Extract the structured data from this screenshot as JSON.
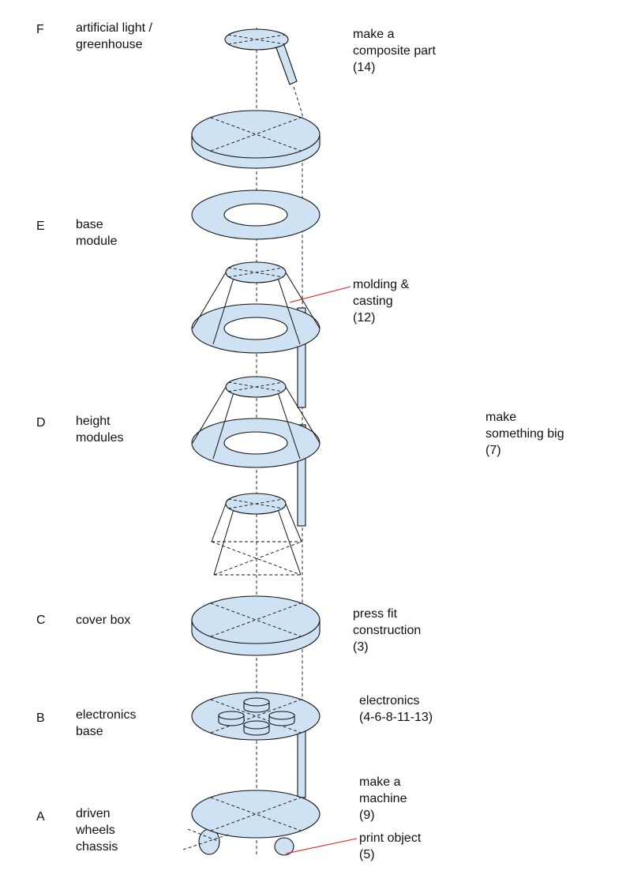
{
  "rows": [
    {
      "letter": "F",
      "label": "artificial light /\ngreenhouse"
    },
    {
      "letter": "E",
      "label": "base\nmodule"
    },
    {
      "letter": "D",
      "label": "height\nmodules"
    },
    {
      "letter": "C",
      "label": "cover box"
    },
    {
      "letter": "B",
      "label": "electronics\nbase"
    },
    {
      "letter": "A",
      "label": "driven\nwheels\nchassis"
    }
  ],
  "notes": {
    "composite": "make a\ncomposite part\n(14)",
    "molding": "molding &\ncasting\n(12)",
    "big": "make\nsomething big\n(7)",
    "pressfit": "press fit\nconstruction\n(3)",
    "electronics": "electronics\n(4-6-8-11-13)",
    "machine": "make a\nmachine\n(9)",
    "print": "print object\n(5)"
  },
  "colors": {
    "part_fill": "#cfe2f3",
    "outline": "#111111",
    "leader_line": "#e02020"
  }
}
